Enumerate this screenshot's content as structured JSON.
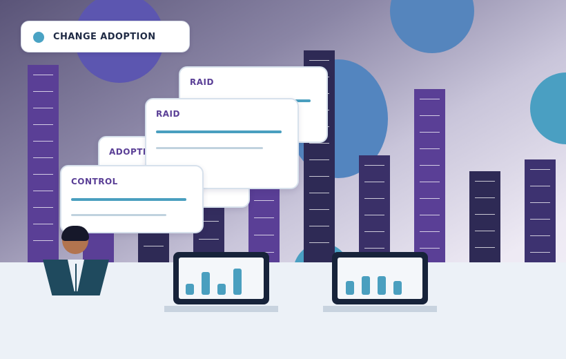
{
  "badge": {
    "label": "CHANGE ADOPTION"
  },
  "cards": [
    {
      "title": "RAID"
    },
    {
      "title": "RAID"
    },
    {
      "title": "ADOPTION"
    },
    {
      "title": "CONTROL"
    }
  ],
  "colors": {
    "accent_teal": "#4aa3c4",
    "accent_purple": "#5a3f96",
    "building_purple": "#5b3f96",
    "building_dark": "#2e2a55",
    "floor": "#ecf1f7",
    "laptop_screen": "#17233a"
  },
  "laptops": [
    {
      "bars": [
        0.35,
        0.7,
        0.35,
        0.8
      ]
    },
    {
      "bars": [
        0.45,
        0.55,
        0.55,
        0.45
      ]
    }
  ]
}
